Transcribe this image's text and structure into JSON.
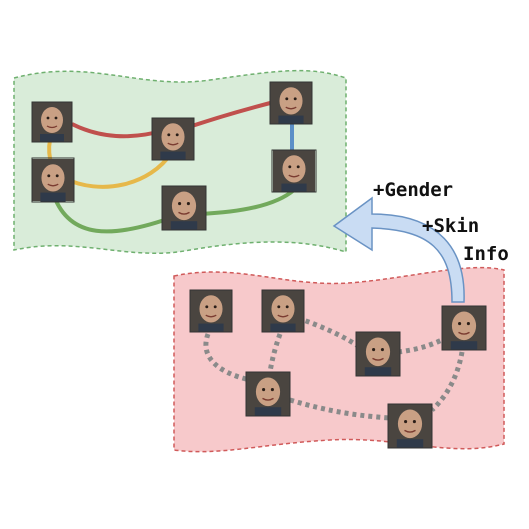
{
  "annotations": {
    "gender": "+Gender",
    "skin": "+Skin",
    "info": "Info"
  },
  "colors": {
    "top_panel_fill": "#d9ecd9",
    "top_panel_border": "#6fb06f",
    "bottom_panel_fill": "#f7c9cb",
    "bottom_panel_border": "#d05a5a",
    "edge_red": "#c0504d",
    "edge_blue": "#5b8fc7",
    "edge_yellow": "#e6b84a",
    "edge_green": "#72a95c",
    "edge_dotted": "#8a8a8a",
    "arrow_fill": "#c9dcf3",
    "arrow_stroke": "#6a93c4"
  },
  "icons": {
    "face_man_older": "person-icon",
    "face_boy": "person-icon",
    "face_man_bald": "person-icon",
    "face_woman_dark": "person-icon",
    "face_girl": "person-icon",
    "face_woman_asian": "person-icon"
  }
}
